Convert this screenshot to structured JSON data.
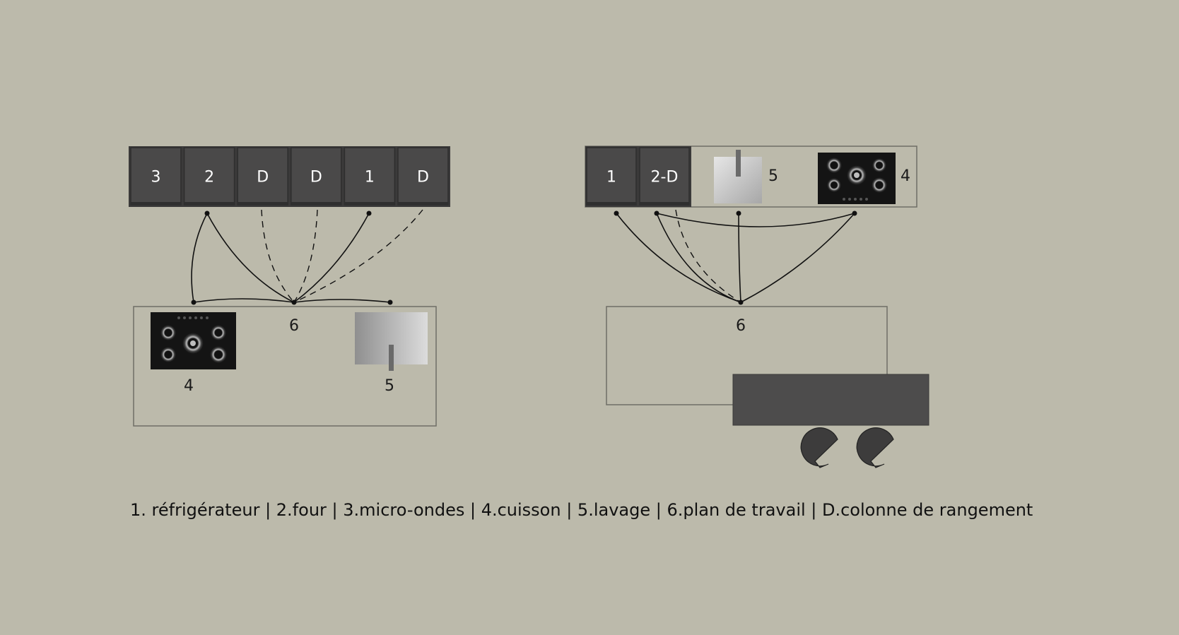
{
  "layout1": {
    "modules": [
      "3",
      "2",
      "D",
      "D",
      "1",
      "D"
    ],
    "node_labels": {
      "workspace": "6",
      "cooktop": "4",
      "sink": "5"
    }
  },
  "layout2": {
    "modules": [
      "1",
      "2-D"
    ],
    "node_labels": {
      "sink": "5",
      "cooktop": "4",
      "workspace": "6"
    }
  },
  "legend": "1. réfrigérateur | 2.four | 3.micro-ondes | 4.cuisson | 5.lavage | 6.plan de travail | D.colonne de rangement",
  "colors": {
    "background": "#bcbaab",
    "module": "#4a4949",
    "module_edge": "#2e2e2e",
    "cooktop": "#141414",
    "island_bar": "#4d4c4c",
    "outline": "#6f6e66"
  }
}
